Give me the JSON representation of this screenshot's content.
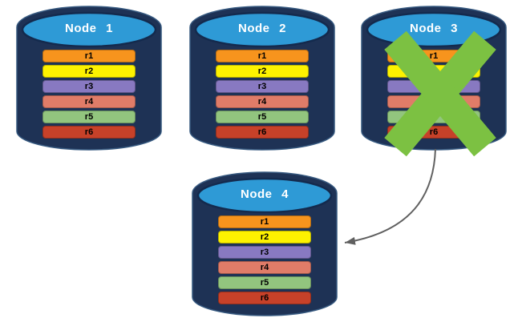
{
  "colors": {
    "cylinder_body": "#1E3255",
    "cylinder_edge": "#35587F",
    "cylinder_top": "#2E9AD6",
    "cylinder_top_stroke": "#142A4D",
    "failure_x": "#7CC142",
    "arrow": "#606060"
  },
  "replica_colors": {
    "r1": "#F7941D",
    "r2": "#FDF200",
    "r3": "#8879C1",
    "r4": "#E07C68",
    "r5": "#92C57E",
    "r6": "#C74129"
  },
  "nodes": [
    {
      "id": "node-1",
      "label": "Node 1",
      "failed": false,
      "replicas": [
        "r1",
        "r2",
        "r3",
        "r4",
        "r5",
        "r6"
      ]
    },
    {
      "id": "node-2",
      "label": "Node 2",
      "failed": false,
      "replicas": [
        "r1",
        "r2",
        "r3",
        "r4",
        "r5",
        "r6"
      ]
    },
    {
      "id": "node-3",
      "label": "Node 3",
      "failed": true,
      "replicas": [
        "r1",
        "r2",
        "r3",
        "r4",
        "r5",
        "r6"
      ]
    },
    {
      "id": "node-4",
      "label": "Node 4",
      "failed": false,
      "replicas": [
        "r1",
        "r2",
        "r3",
        "r4",
        "r5",
        "r6"
      ]
    }
  ],
  "arrow": {
    "from_node": "Node 3",
    "to_node": "Node 4"
  }
}
